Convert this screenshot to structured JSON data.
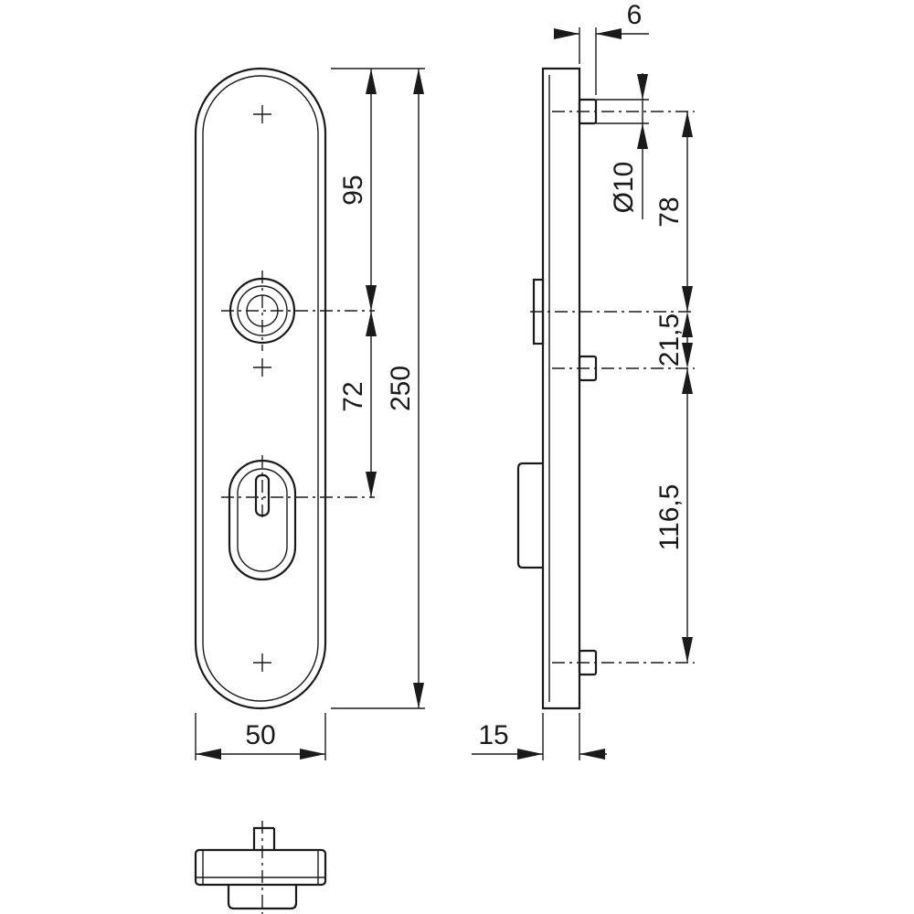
{
  "dimensions": {
    "height_total": "250",
    "top_to_handle": "95",
    "handle_to_cylinder": "72",
    "width": "50",
    "thickness": "15",
    "pin_length": "6",
    "pin_diameter": "Ø10",
    "top_pin_to_handle": "78",
    "handle_to_mid_pin": "21,5",
    "mid_pin_to_bottom_pin": "116,5"
  }
}
